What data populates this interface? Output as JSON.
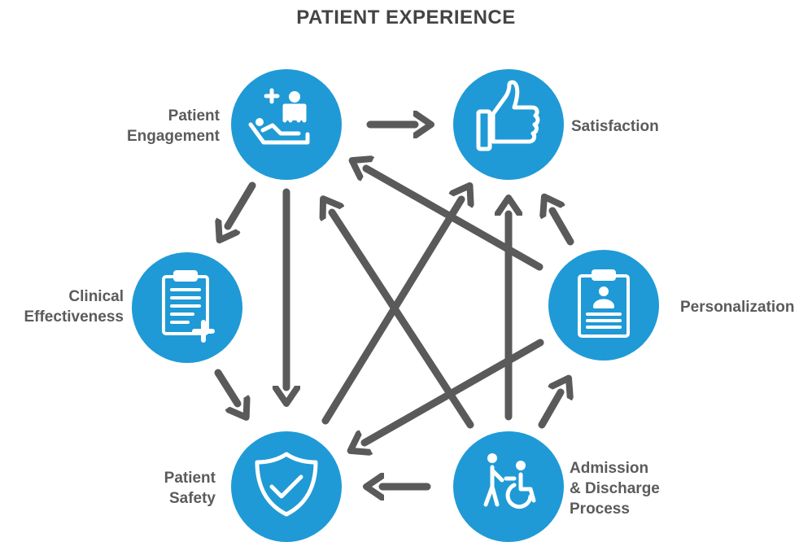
{
  "title": "PATIENT EXPERIENCE",
  "colors": {
    "circle": "#1f9ad6",
    "arrow": "#5a5a5a",
    "text": "#5b5b5b",
    "icon": "#ffffff"
  },
  "nodes": {
    "engagement": {
      "lines": [
        "Patient",
        "Engagement"
      ],
      "icon": "patient-bed-icon"
    },
    "satisfaction": {
      "lines": [
        "Satisfaction"
      ],
      "icon": "thumbs-up-icon"
    },
    "clinical": {
      "lines": [
        "Clinical",
        "Effectiveness"
      ],
      "icon": "clipboard-plus-icon"
    },
    "personalization": {
      "lines": [
        "Personalization"
      ],
      "icon": "clipboard-person-icon"
    },
    "safety": {
      "lines": [
        "Patient",
        "Safety"
      ],
      "icon": "shield-check-icon"
    },
    "admission": {
      "lines": [
        "Admission",
        "& Discharge",
        "Process"
      ],
      "icon": "wheelchair-assist-icon"
    }
  }
}
